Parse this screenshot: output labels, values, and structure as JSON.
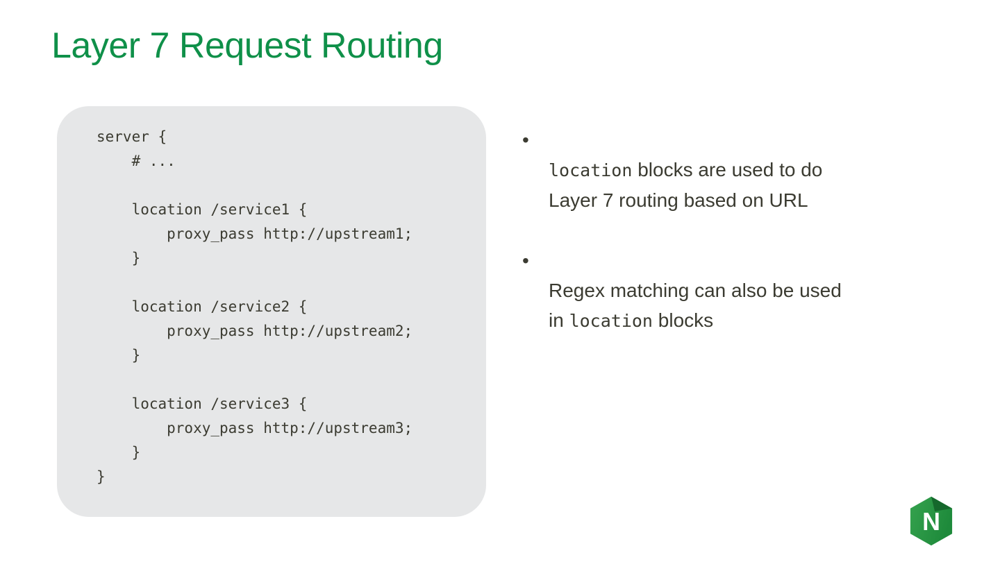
{
  "slide": {
    "title": "Layer 7 Request Routing",
    "colors": {
      "title_green": "#0f9049",
      "body_text": "#3b3b31",
      "code_panel_bg": "#e6e7e8",
      "logo_green_light": "#35a24e",
      "logo_green_dark": "#1e8a3b",
      "logo_fold_dark": "#15682c",
      "logo_letter": "#ffffff"
    },
    "code_block": {
      "code": "server {\n    # ...\n\n    location /service1 {\n        proxy_pass http://upstream1;\n    }\n\n    location /service2 {\n        proxy_pass http://upstream2;\n    }\n\n    location /service3 {\n        proxy_pass http://upstream3;\n    }\n}"
    },
    "bullets": [
      {
        "marker": "•",
        "pre": "",
        "mono": "location",
        "post": " blocks are used to do\nLayer 7 routing based on URL"
      },
      {
        "marker": "•",
        "pre": "Regex matching can also be used\nin ",
        "mono": "location",
        "post": " blocks"
      }
    ],
    "logo": {
      "letter": "N"
    }
  }
}
